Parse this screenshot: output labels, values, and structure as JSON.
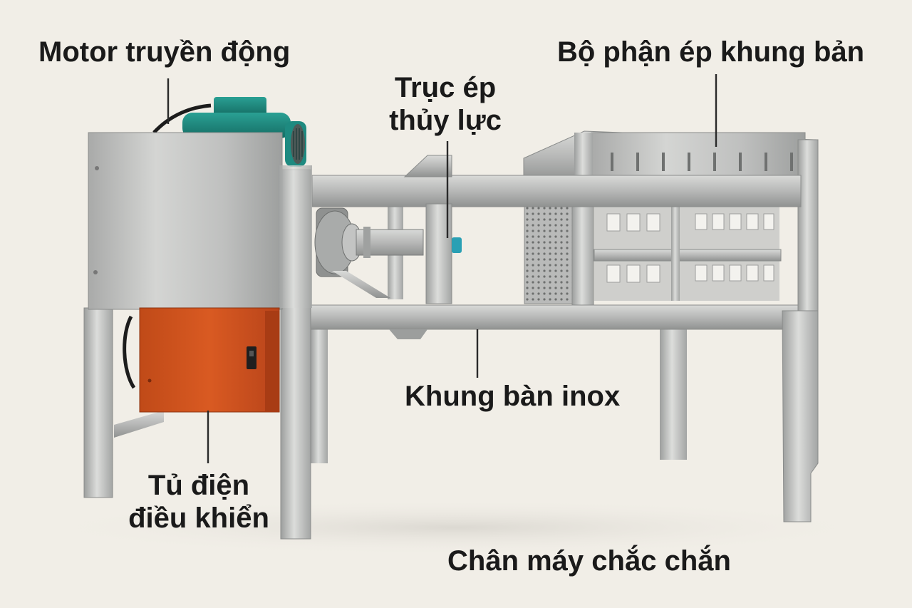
{
  "labels": {
    "motor": "Motor truyền động",
    "press_unit": "Bộ phận ép khung bản",
    "hydraulic_shaft": [
      "Trục ép",
      "thủy lực"
    ],
    "stainless_frame": "Khung bàn inox",
    "control_cabinet": [
      "Tủ điện",
      "điều khiển"
    ],
    "machine_legs": "Chân máy chắc chắn"
  },
  "colors": {
    "background": "#f1eee7",
    "stainless_steel": "#c2c3c2",
    "motor": "#1e8a80",
    "control_cabinet": "#d2541e",
    "text": "#1a1a1a"
  }
}
